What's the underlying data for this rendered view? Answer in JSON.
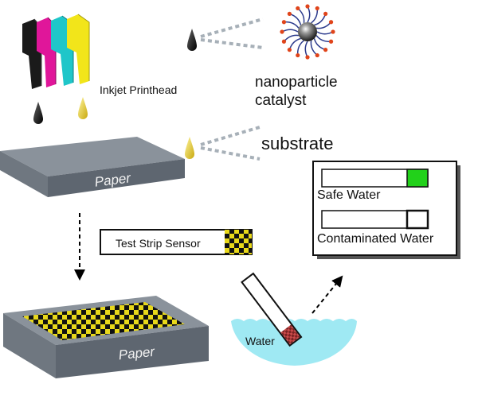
{
  "labels": {
    "inkjet_printhead": "Inkjet Printhead",
    "nanoparticle_catalyst": "nanoparticle catalyst",
    "substrate": "substrate",
    "paper": "Paper",
    "test_strip_sensor": "Test Strip Sensor",
    "water": "Water",
    "safe_water": "Safe Water",
    "contaminated_water": "Contaminated Water"
  },
  "colors": {
    "cartridge_black": "#1a1a1a",
    "cartridge_magenta": "#e0169a",
    "cartridge_cyan": "#1fc6c9",
    "cartridge_yellow": "#f2e51a",
    "ink_yellow": "#d9c21a",
    "paper_top": "#8a929b",
    "paper_side": "#5e6670",
    "checker_yellow": "#e8d81a",
    "water": "#9fe9f3",
    "safe_indicator": "#22d11a",
    "dotted_line": "#a7b0b8"
  }
}
